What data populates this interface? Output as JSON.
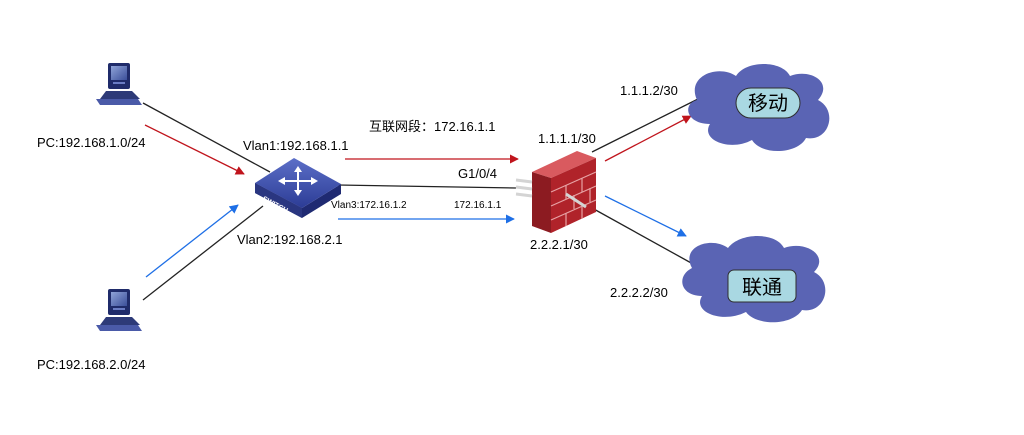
{
  "colors": {
    "red": "#c0141c",
    "blue": "#1e6fe6",
    "line": "#222222",
    "cloud": "#5a64b4",
    "cloud_label_bg": "#a9d8e2",
    "firewall": "#b0232a"
  },
  "labels": {
    "pc1": "PC:192.168.1.0/24",
    "pc2": "PC:192.168.2.0/24",
    "vlan1": "Vlan1:192.168.1.1",
    "vlan2": "Vlan2:192.168.2.1",
    "vlan3": "Vlan3:172.16.1.2",
    "interconnect": "互联网段：172.16.1.1",
    "g_port": "G1/0/4",
    "fw_inner_ip": "172.16.1.1",
    "fw_mobile_ip": "1.1.1.1/30",
    "fw_unicom_ip": "2.2.2.1/30",
    "mobile_ip": "1.1.1.2/30",
    "unicom_ip": "2.2.2.2/30",
    "switch_text": "SWITCH"
  },
  "clouds": {
    "mobile": "移动",
    "unicom": "联通"
  },
  "icons": [
    "pc-icon",
    "switch-icon",
    "firewall-icon",
    "cloud-icon"
  ]
}
